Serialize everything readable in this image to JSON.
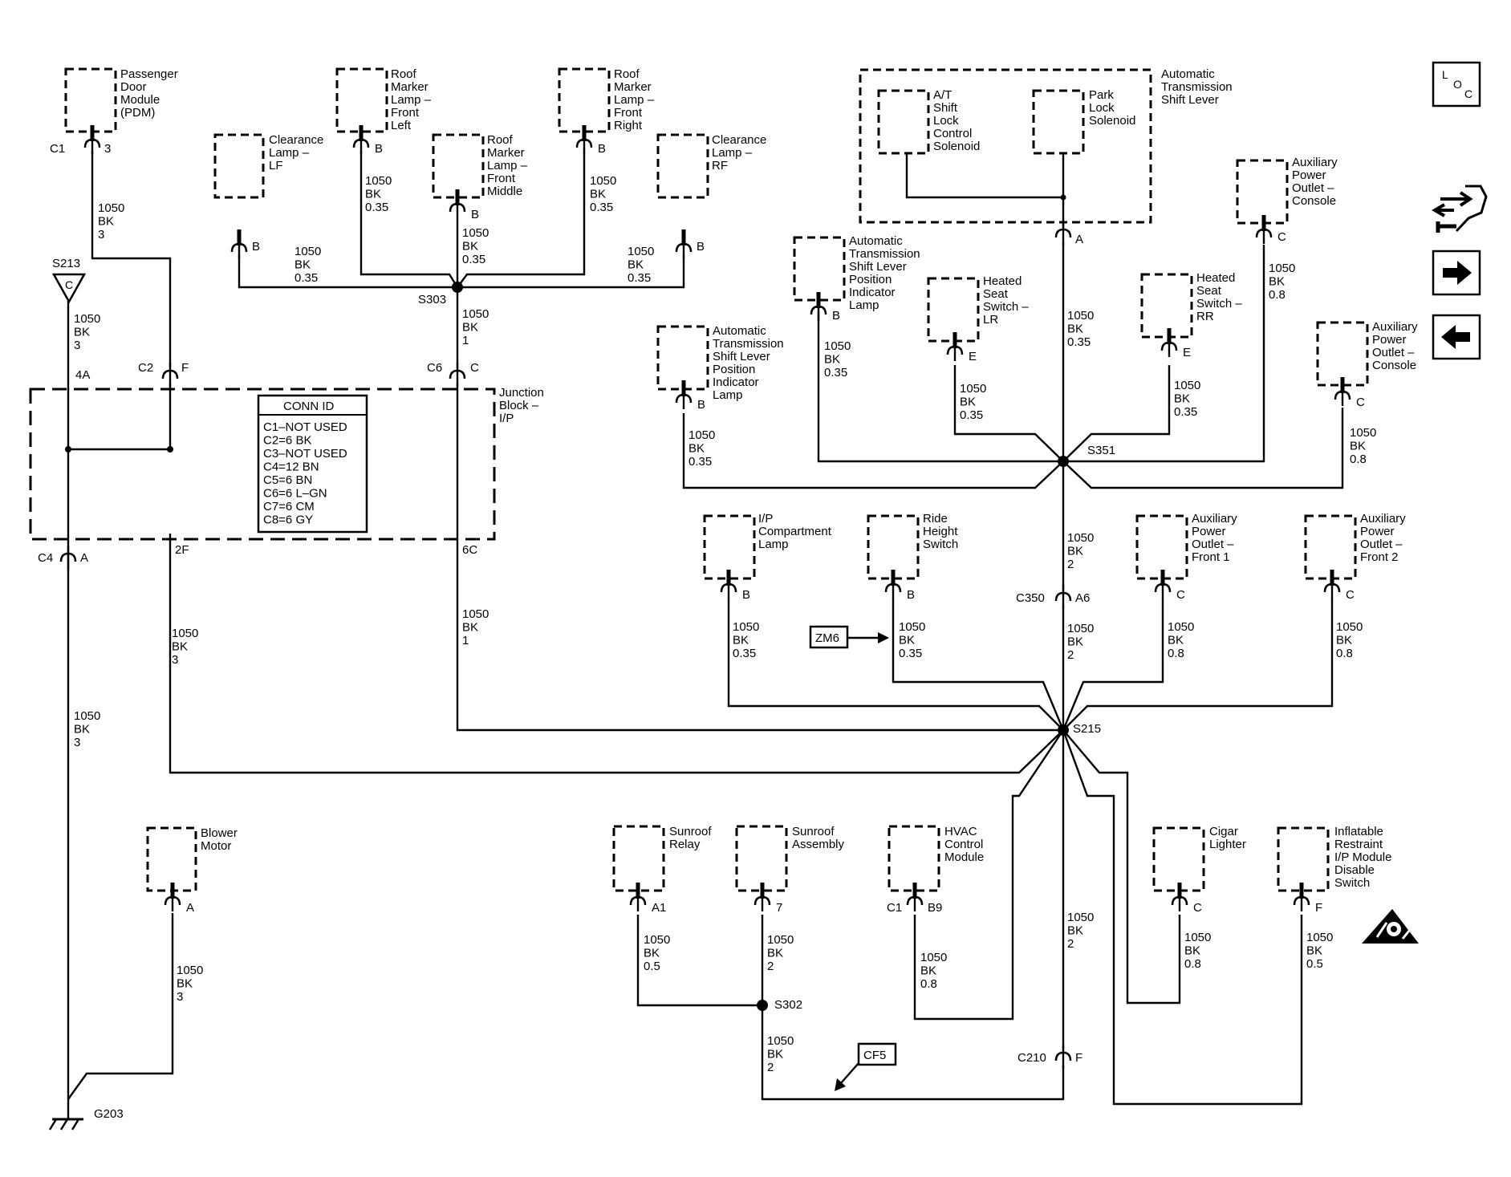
{
  "components": {
    "pdm": [
      "Passenger",
      "Door",
      "Module",
      "(PDM)"
    ],
    "roof_left": [
      "Roof",
      "Marker",
      "Lamp –",
      "Front",
      "Left"
    ],
    "clear_lf": [
      "Clearance",
      "Lamp –",
      "LF"
    ],
    "roof_middle": [
      "Roof",
      "Marker",
      "Lamp –",
      "Front",
      "Middle"
    ],
    "roof_right": [
      "Roof",
      "Marker",
      "Lamp –",
      "Front",
      "Right"
    ],
    "clear_rf": [
      "Clearance",
      "Lamp –",
      "RF"
    ],
    "ats_lever": [
      "Automatic",
      "Transmission",
      "Shift Lever"
    ],
    "at_shift_lock": [
      "A/T",
      "Shift",
      "Lock",
      "Control",
      "Solenoid"
    ],
    "park_lock": [
      "Park",
      "Lock",
      "Solenoid"
    ],
    "aux_console_1": [
      "Auxiliary",
      "Power",
      "Outlet –",
      "Console"
    ],
    "ats_pos_ind_lamp_1": [
      "Automatic",
      "Transmission",
      "Shift Lever",
      "Position",
      "Indicator",
      "Lamp"
    ],
    "heated_lr": [
      "Heated",
      "Seat",
      "Switch –",
      "LR"
    ],
    "heated_rr": [
      "Heated",
      "Seat",
      "Switch –",
      "RR"
    ],
    "aux_console_2": [
      "Auxiliary",
      "Power",
      "Outlet –",
      "Console"
    ],
    "ats_pos_ind_lamp_2": [
      "Automatic",
      "Transmission",
      "Shift Lever",
      "Position",
      "Indicator",
      "Lamp"
    ],
    "junction_block": [
      "Junction",
      "Block –",
      "I/P"
    ],
    "ip_comp_lamp": [
      "I/P",
      "Compartment",
      "Lamp"
    ],
    "ride_height": [
      "Ride",
      "Height",
      "Switch"
    ],
    "aux_front_1": [
      "Auxiliary",
      "Power",
      "Outlet –",
      "Front 1"
    ],
    "aux_front_2": [
      "Auxiliary",
      "Power",
      "Outlet –",
      "Front 2"
    ],
    "blower": [
      "Blower",
      "Motor"
    ],
    "sunroof_relay": [
      "Sunroof",
      "Relay"
    ],
    "sunroof_assy": [
      "Sunroof",
      "Assembly"
    ],
    "hvac": [
      "HVAC",
      "Control",
      "Module"
    ],
    "cigar": [
      "Cigar",
      "Lighter"
    ],
    "airbag_switch": [
      "Inflatable",
      "Restraint",
      "I/P Module",
      "Disable",
      "Switch"
    ]
  },
  "conn_id": {
    "title": "CONN ID",
    "rows": [
      "C1–NOT USED",
      "C2=6 BK",
      "C3–NOT USED",
      "C4=12 BN",
      "C5=6 BN",
      "C6=6 L–GN",
      "C7=6 CM",
      "C8=6 GY"
    ]
  },
  "pins": {
    "pdm_c": "C1",
    "pdm_p": "3",
    "roof_left_p": "B",
    "clear_lf_p": "B",
    "roof_middle_p": "B",
    "roof_right_p": "B",
    "clear_rf_p": "B",
    "ats_lever_p": "A",
    "aux_console_1_p": "C",
    "ats_pos_1_p": "B",
    "heated_lr_p": "E",
    "heated_rr_p": "E",
    "aux_console_2_p": "C",
    "ats_pos_2_p": "B",
    "c2_c": "C2",
    "c2_p": "F",
    "c6_c": "C6",
    "c6_p": "C",
    "c4_c": "C4",
    "c4_p": "A",
    "jb_4a": "4A",
    "jb_2f": "2F",
    "jb_6c": "6C",
    "ip_comp_p": "B",
    "ride_p": "B",
    "aux_f1_p": "C",
    "aux_f2_p": "C",
    "c350_c": "C350",
    "c350_p": "A6",
    "blower_p": "A",
    "sunroof_relay_p": "A1",
    "sunroof_assy_p": "7",
    "hvac_c": "C1",
    "hvac_p": "B9",
    "cigar_p": "C",
    "airbag_p": "F",
    "c210_c": "C210",
    "c210_p": "F"
  },
  "splices": {
    "s213": "S213",
    "s213_letter": "C",
    "s303": "S303",
    "s351": "S351",
    "s215": "S215",
    "s302": "S302",
    "g203": "G203"
  },
  "refs": {
    "zm6": "ZM6",
    "cf5": "CF5"
  },
  "side_icons": {
    "loc_l": "L",
    "loc_o": "O",
    "loc_c": "C"
  },
  "wires": {
    "pdm": [
      "1050",
      "BK",
      "3"
    ],
    "s213_down": [
      "1050",
      "BK",
      "3"
    ],
    "roof_left": [
      "1050",
      "BK",
      "0.35"
    ],
    "clear_lf": [
      "1050",
      "BK",
      "0.35"
    ],
    "roof_middle": [
      "1050",
      "BK",
      "0.35"
    ],
    "roof_right": [
      "1050",
      "BK",
      "0.35"
    ],
    "clear_rf": [
      "1050",
      "BK",
      "0.35"
    ],
    "s303_down": [
      "1050",
      "BK",
      "1"
    ],
    "ats_lever": [
      "1050",
      "BK",
      "0.35"
    ],
    "aux_console_1": [
      "1050",
      "BK",
      "0.8"
    ],
    "ats_pos_1": [
      "1050",
      "BK",
      "0.35"
    ],
    "heated_lr": [
      "1050",
      "BK",
      "0.35"
    ],
    "heated_rr": [
      "1050",
      "BK",
      "0.35"
    ],
    "aux_console_2": [
      "1050",
      "BK",
      "0.8"
    ],
    "ats_pos_2": [
      "1050",
      "BK",
      "0.35"
    ],
    "s351_down": [
      "1050",
      "BK",
      "2"
    ],
    "c350_down": [
      "1050",
      "BK",
      "2"
    ],
    "ip_comp": [
      "1050",
      "BK",
      "0.35"
    ],
    "ride": [
      "1050",
      "BK",
      "0.35"
    ],
    "aux_f1": [
      "1050",
      "BK",
      "0.8"
    ],
    "aux_f2": [
      "1050",
      "BK",
      "0.8"
    ],
    "jb_2f_down": [
      "1050",
      "BK",
      "3"
    ],
    "jb_6c_down": [
      "1050",
      "BK",
      "1"
    ],
    "c4_down": [
      "1050",
      "BK",
      "3"
    ],
    "blower": [
      "1050",
      "BK",
      "3"
    ],
    "sunroof_relay": [
      "1050",
      "BK",
      "0.5"
    ],
    "sunroof_assy": [
      "1050",
      "BK",
      "2"
    ],
    "hvac": [
      "1050",
      "BK",
      "0.8"
    ],
    "s215_down": [
      "1050",
      "BK",
      "2"
    ],
    "cigar": [
      "1050",
      "BK",
      "0.8"
    ],
    "airbag": [
      "1050",
      "BK",
      "0.5"
    ],
    "s302_down": [
      "1050",
      "BK",
      "2"
    ]
  }
}
